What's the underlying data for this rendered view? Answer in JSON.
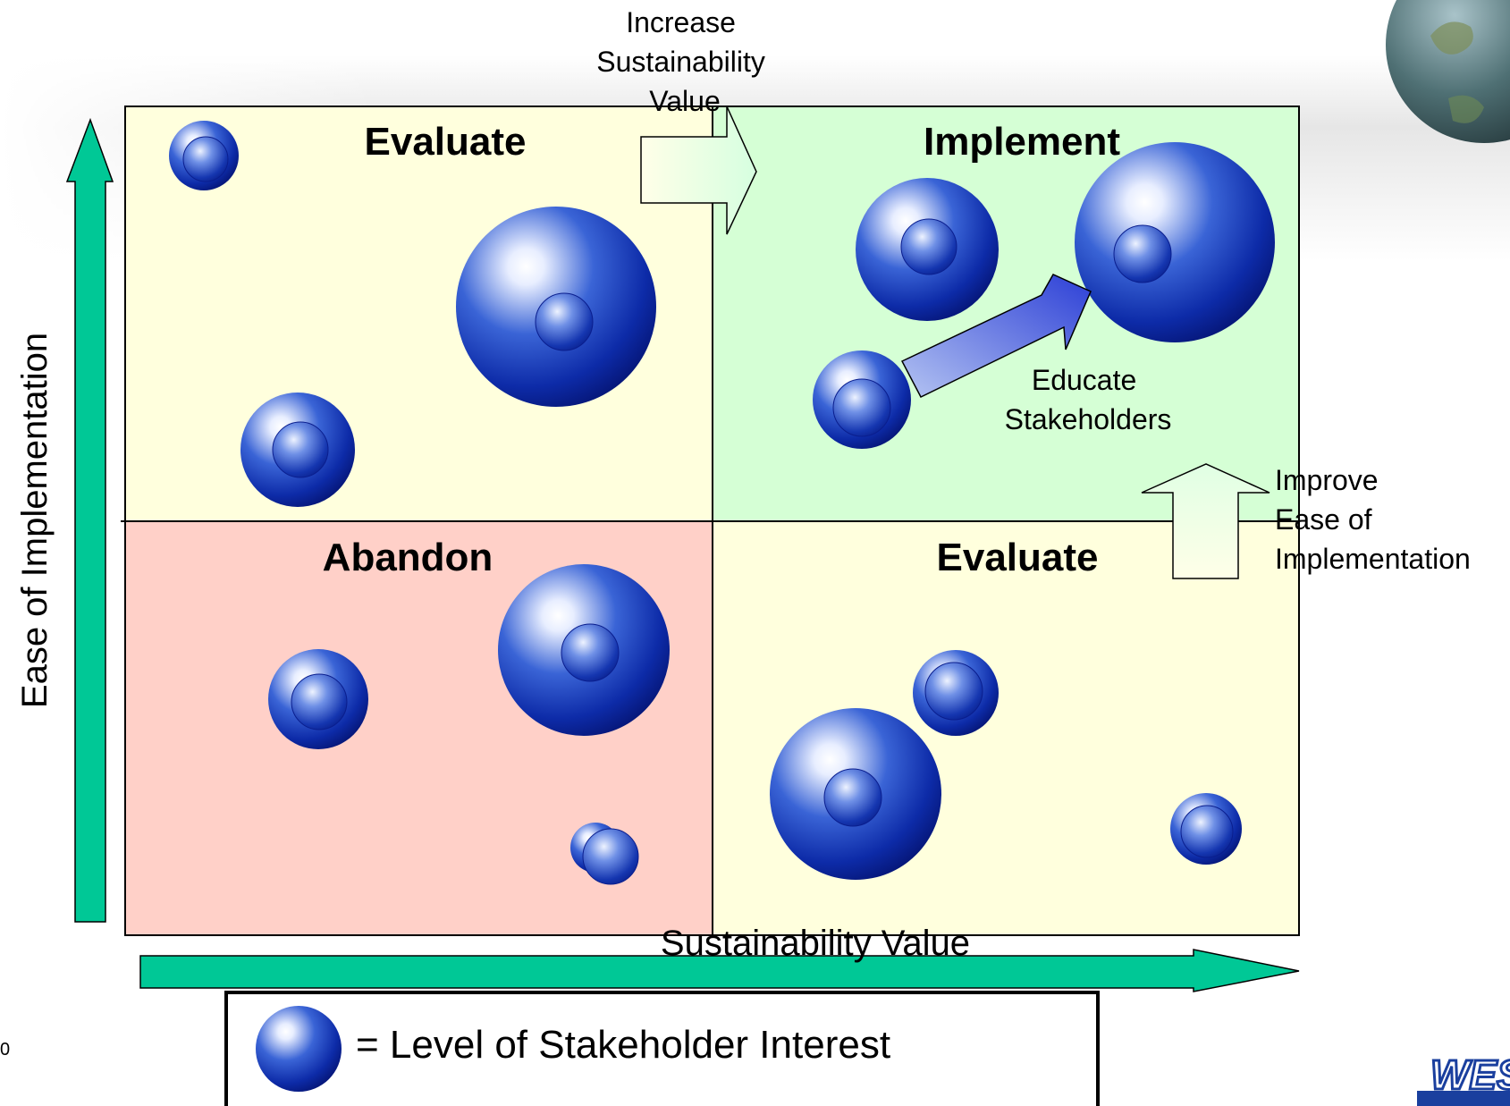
{
  "quadrants": {
    "top_left": {
      "label": "Evaluate",
      "color": "#FFFFDD"
    },
    "top_right": {
      "label": "Implement",
      "color": "#D5FFD5"
    },
    "bottom_left": {
      "label": "Abandon",
      "color": "#FFD0C8"
    },
    "bottom_right": {
      "label": "Evaluate",
      "color": "#FFFFDD"
    }
  },
  "axes": {
    "x_label": "Sustainability Value",
    "y_label": "Ease of Implementation",
    "arrow_color": "#00C896"
  },
  "annotations": {
    "increase_value": [
      "Increase",
      "Sustainability",
      "Value"
    ],
    "improve_ease": [
      "Improve",
      "Ease of",
      "Implementation"
    ],
    "educate": [
      "Educate",
      "Stakeholders"
    ]
  },
  "legend": {
    "text": "= Level of Stakeholder Interest",
    "icon": "sphere-icon"
  },
  "footer": {
    "page_number": "0",
    "logo_text": "WES"
  },
  "colors": {
    "sphere_dark": "#0A1E9E",
    "sphere_mid": "#2B58D2",
    "sphere_light": "#FFFFFF",
    "educate_arrow": "#3A4FD8"
  }
}
